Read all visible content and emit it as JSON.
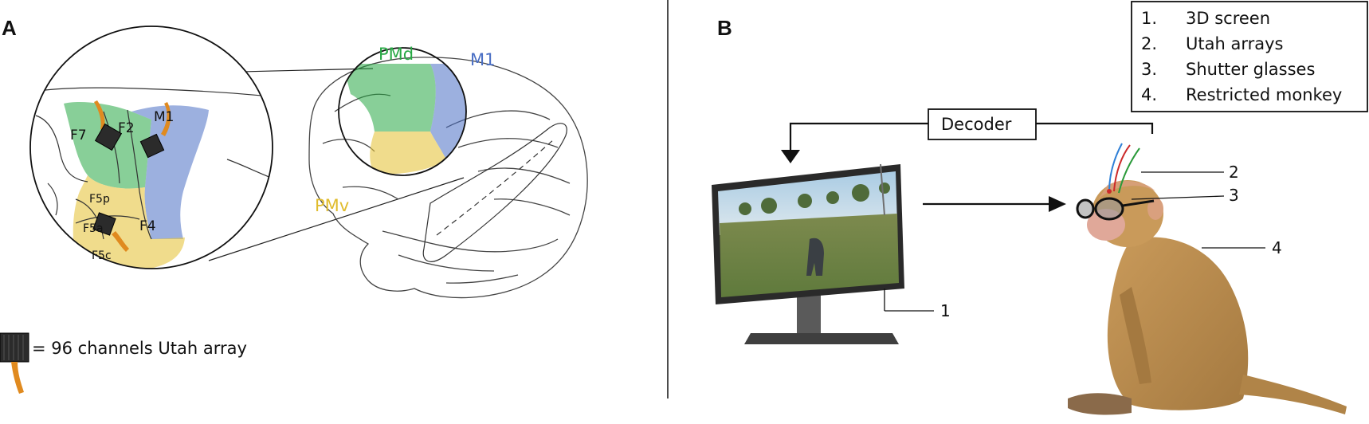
{
  "panels": {
    "a": "A",
    "b": "B"
  },
  "brain": {
    "pmd": "PMd",
    "m1": "M1",
    "pmv": "PMv",
    "pmd_color": "#27a844",
    "m1_color": "#4a6fc4",
    "pmv_color": "#e6c440"
  },
  "zoom_areas": {
    "f7": "F7",
    "f2": "F2",
    "m1": "M1",
    "f5p": "F5p",
    "f5a": "F5a",
    "f4": "F4",
    "f5c": "F5c"
  },
  "array_legend": "= 96 channels Utah array",
  "decoder_label": "Decoder",
  "callouts": {
    "screen": "1",
    "arrays": "2",
    "glasses": "3",
    "monkey": "4"
  },
  "key_items": [
    {
      "num": "1.",
      "label": "3D screen"
    },
    {
      "num": "2.",
      "label": "Utah arrays"
    },
    {
      "num": "3.",
      "label": "Shutter glasses"
    },
    {
      "num": "4.",
      "label": "Restricted monkey"
    }
  ]
}
